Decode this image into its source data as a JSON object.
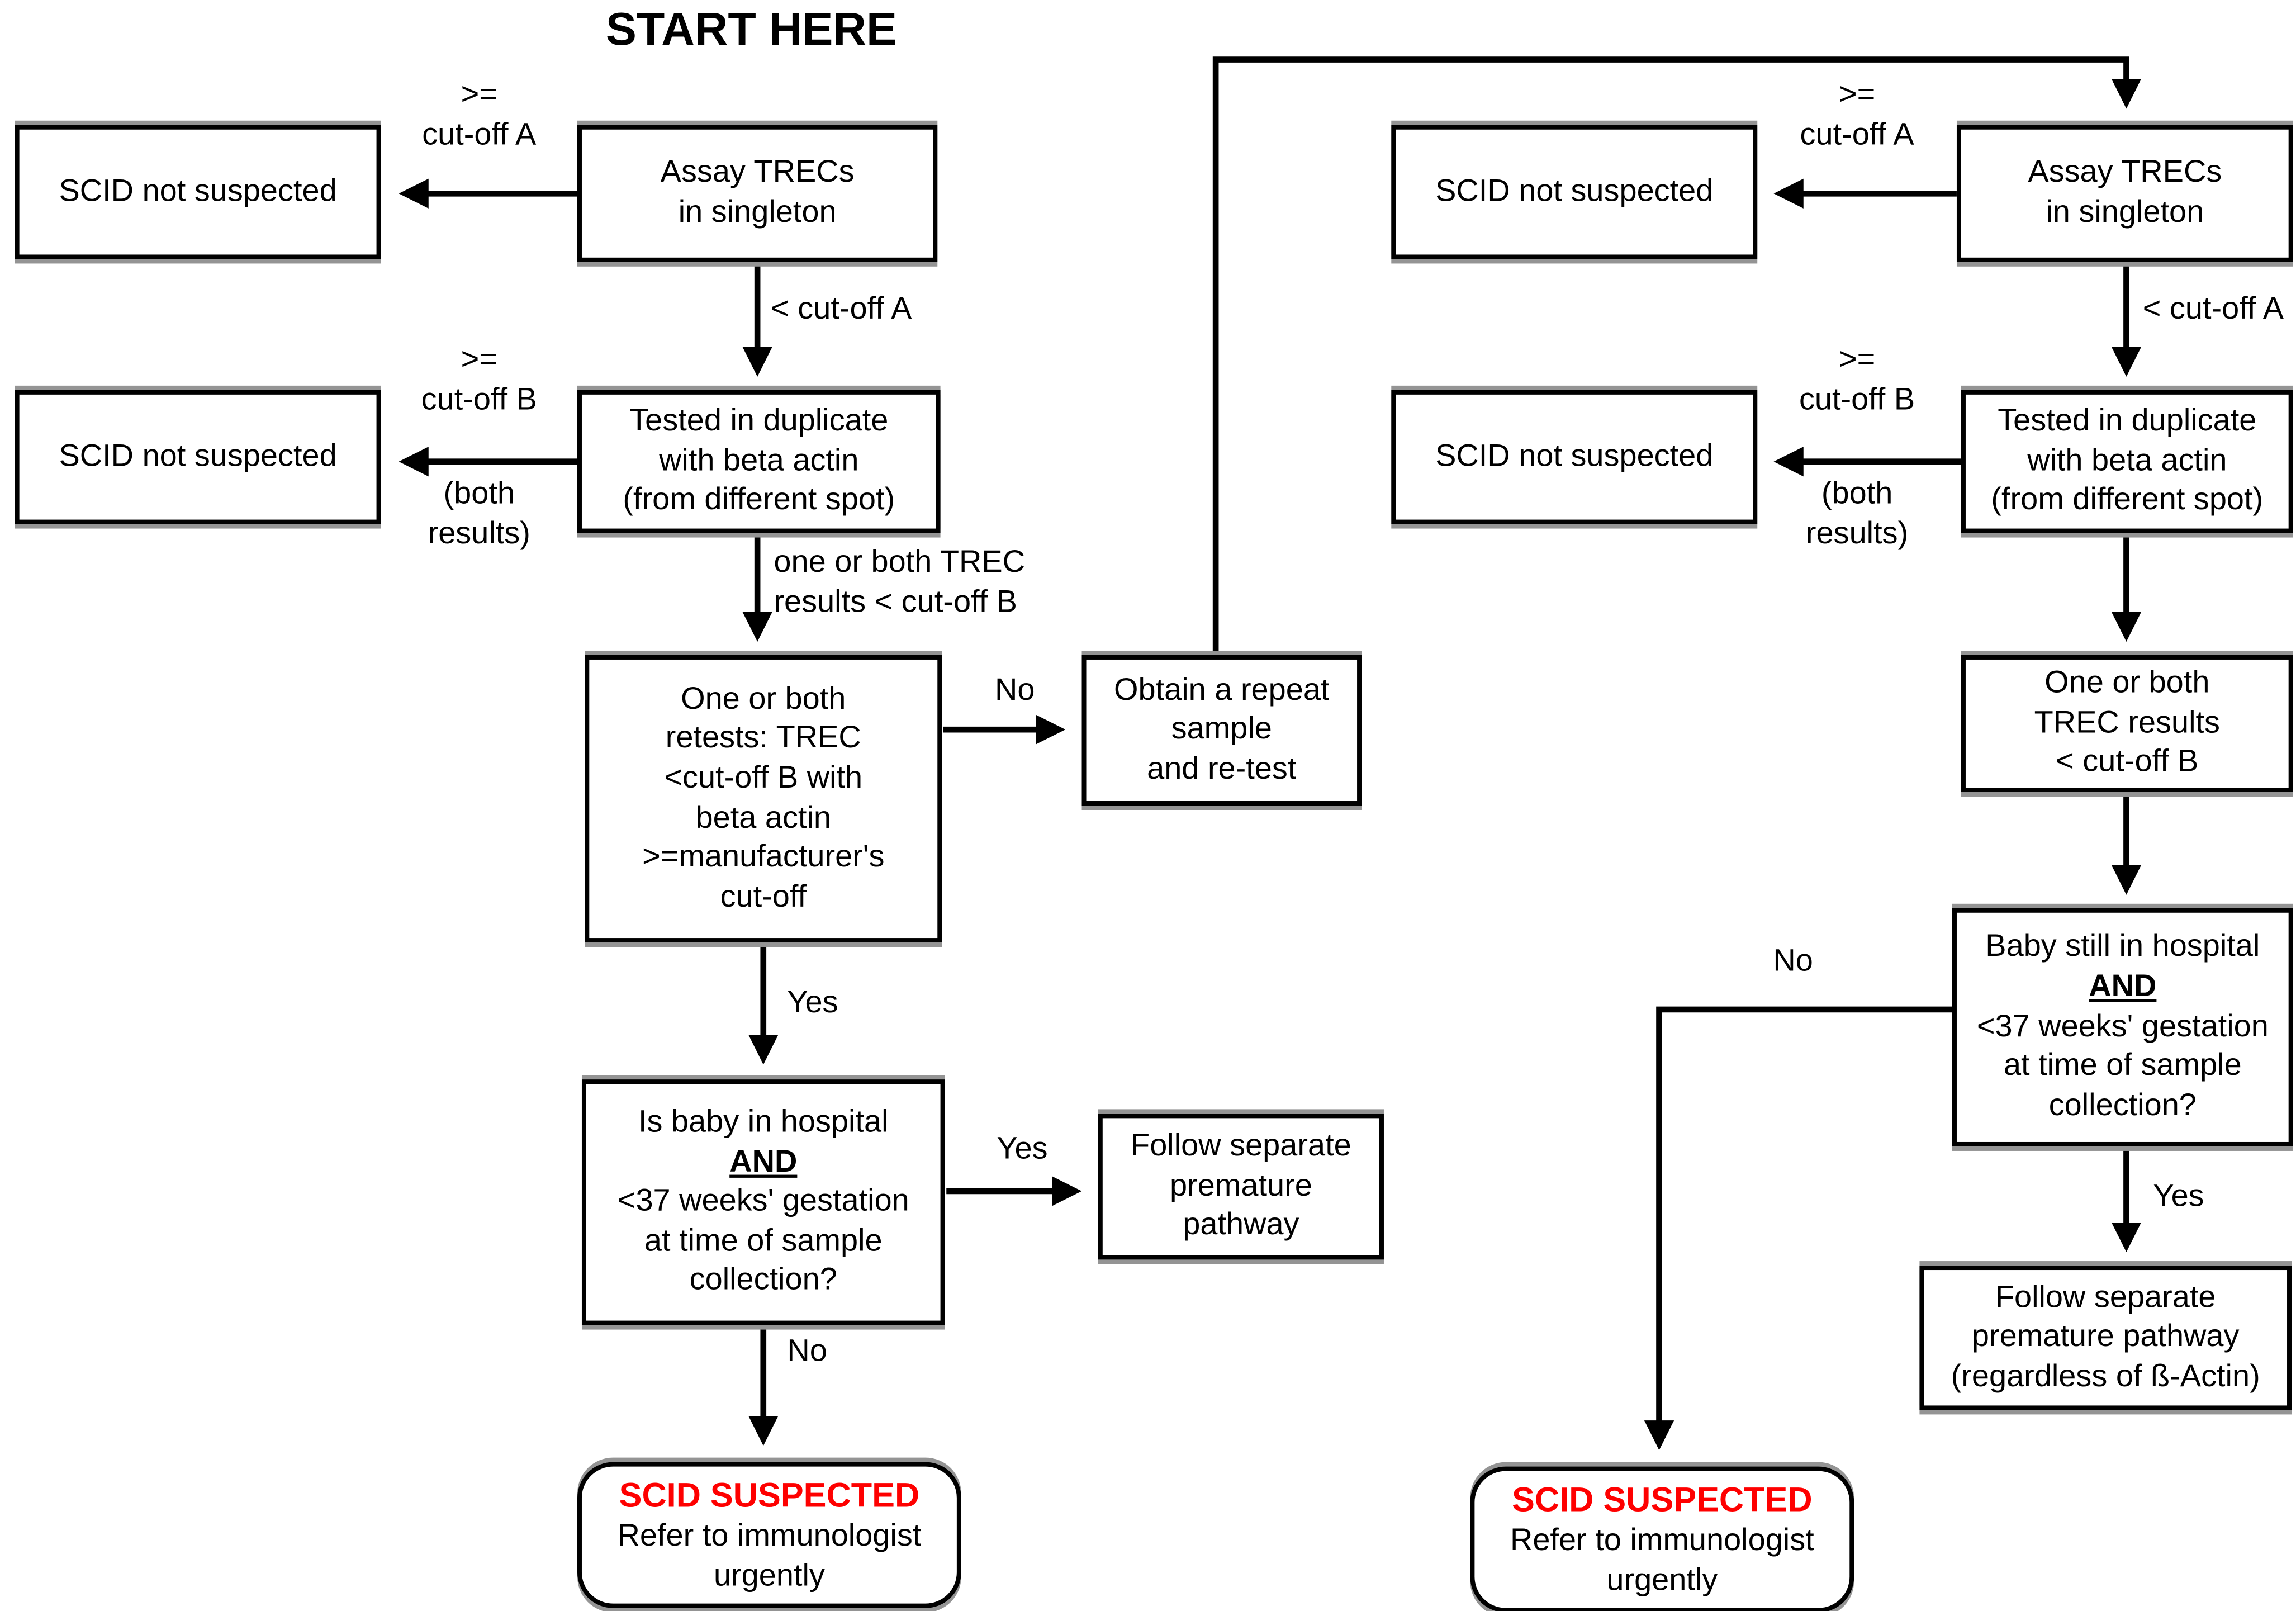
{
  "title": "START HERE",
  "colors": {
    "alert": "#FE0000",
    "ink": "#000000",
    "paper": "#FFFFFF"
  },
  "labels": {
    "gte_cutoff_a": ">=\ncut-off A",
    "lt_cutoff_a": "< cut-off A",
    "gte_cutoff_b": ">=\ncut-off B",
    "both_results": "(both\nresults)",
    "one_or_both_trec_lt_b": "one or both TREC\nresults < cut-off B",
    "yes": "Yes",
    "no": "No"
  },
  "boxes": {
    "scid_not_suspected": "SCID not suspected",
    "assay_trecs": "Assay TRECs\nin singleton",
    "tested_duplicate": "Tested in duplicate\nwith beta actin\n(from different spot)",
    "one_or_both_retests": "One or both\nretests: TREC\n<cut-off B with\nbeta actin\n>=manufacturer's\ncut-off",
    "obtain_repeat": "Obtain a repeat\nsample\nand re-test",
    "one_or_both_trec_results": "One or both\nTREC results\n< cut-off B",
    "is_baby_in_hospital": "Is baby in hospital",
    "baby_still_in_hospital": "Baby still in hospital",
    "and_connector": "AND",
    "gestation_question": "<37 weeks' gestation\nat time of sample\ncollection?",
    "follow_premature": "Follow separate\npremature\npathway",
    "follow_premature_regardless": "Follow separate\npremature pathway\n(regardless of ß-Actin)",
    "scid_suspected": "SCID SUSPECTED",
    "refer_immunologist": "Refer to immunologist\nurgently"
  }
}
